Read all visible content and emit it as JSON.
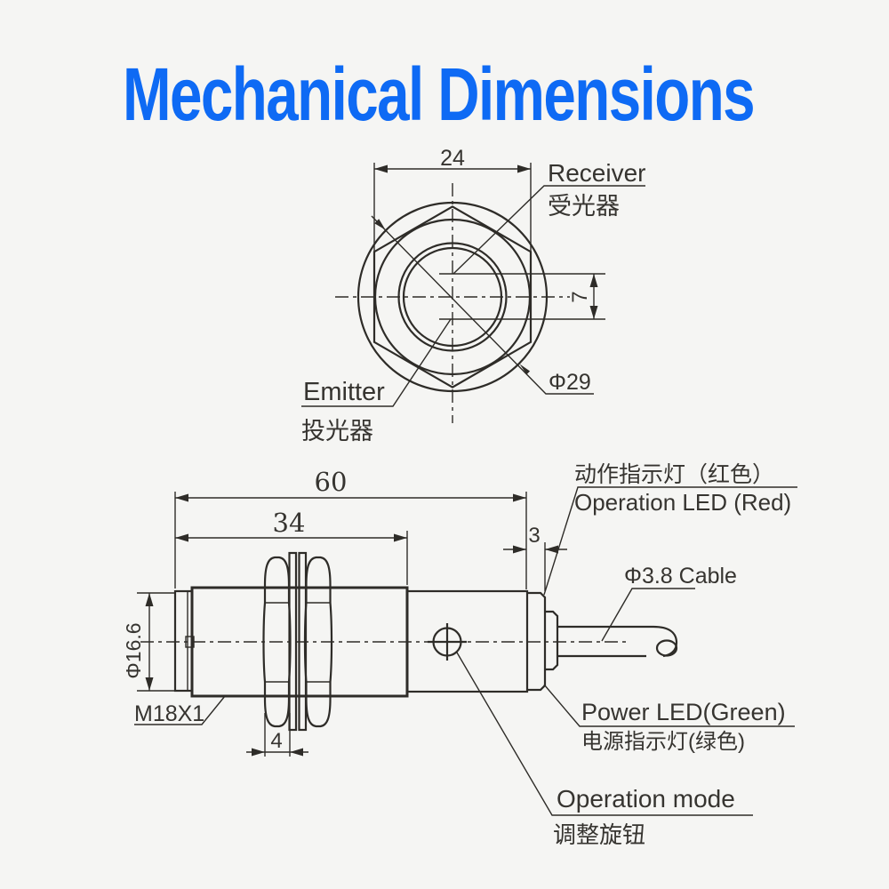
{
  "title": {
    "text": "Mechanical Dimensions",
    "color": "#0e6af4"
  },
  "colors": {
    "background": "#f5f5f3",
    "line": "#2e2c28",
    "text": "#363430"
  },
  "front_view": {
    "width_across_flats": "24",
    "beam_offset": "7",
    "outer_diameter": "Φ29",
    "receiver_en": "Receiver",
    "receiver_zh": "受光器",
    "emitter_en": "Emitter",
    "emitter_zh": "投光器"
  },
  "side_view": {
    "total_length": "60",
    "thread_length": "34",
    "led_ring_width": "3",
    "nut_thickness": "4",
    "head_diameter": "Φ16.6",
    "thread_spec": "M18X1",
    "operation_led_zh": "动作指示灯（红色）",
    "operation_led_en": "Operation LED (Red)",
    "cable_label": "Φ3.8 Cable",
    "power_led_en": "Power LED(Green)",
    "power_led_zh": "电源指示灯(绿色)",
    "operation_mode_en": "Operation mode",
    "operation_mode_zh": "调整旋钮"
  }
}
